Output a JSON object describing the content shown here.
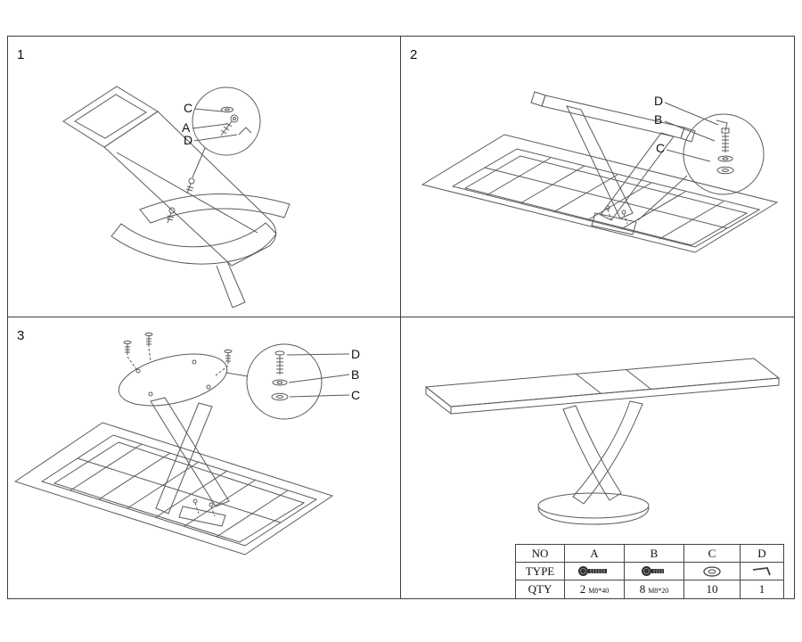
{
  "panels": [
    {
      "number": "1",
      "callouts": {
        "c": "C",
        "a": "A",
        "d": "D"
      }
    },
    {
      "number": "2",
      "callouts": {
        "d": "D",
        "b": "B",
        "c": "C"
      }
    },
    {
      "number": "3",
      "callouts": {
        "d": "D",
        "b": "B",
        "c": "C"
      }
    },
    {
      "number": ""
    }
  ],
  "parts_table": {
    "columns": {
      "no": "NO",
      "a": "A",
      "b": "B",
      "c": "C",
      "d": "D"
    },
    "type_label": "TYPE",
    "qty_label": "QTY",
    "quantities": {
      "a": {
        "qty": "2",
        "spec": "M8*40"
      },
      "b": {
        "qty": "8",
        "spec": "M8*20"
      },
      "c": {
        "qty": "10",
        "spec": ""
      },
      "d": {
        "qty": "1",
        "spec": ""
      }
    },
    "icons": {
      "a": "long-bolt-icon",
      "b": "short-bolt-icon",
      "c": "washer-icon",
      "d": "allen-key-icon"
    }
  },
  "colors": {
    "line": "#5a5a5a",
    "border": "#3f3f3f",
    "background": "#ffffff",
    "text": "#111111"
  }
}
